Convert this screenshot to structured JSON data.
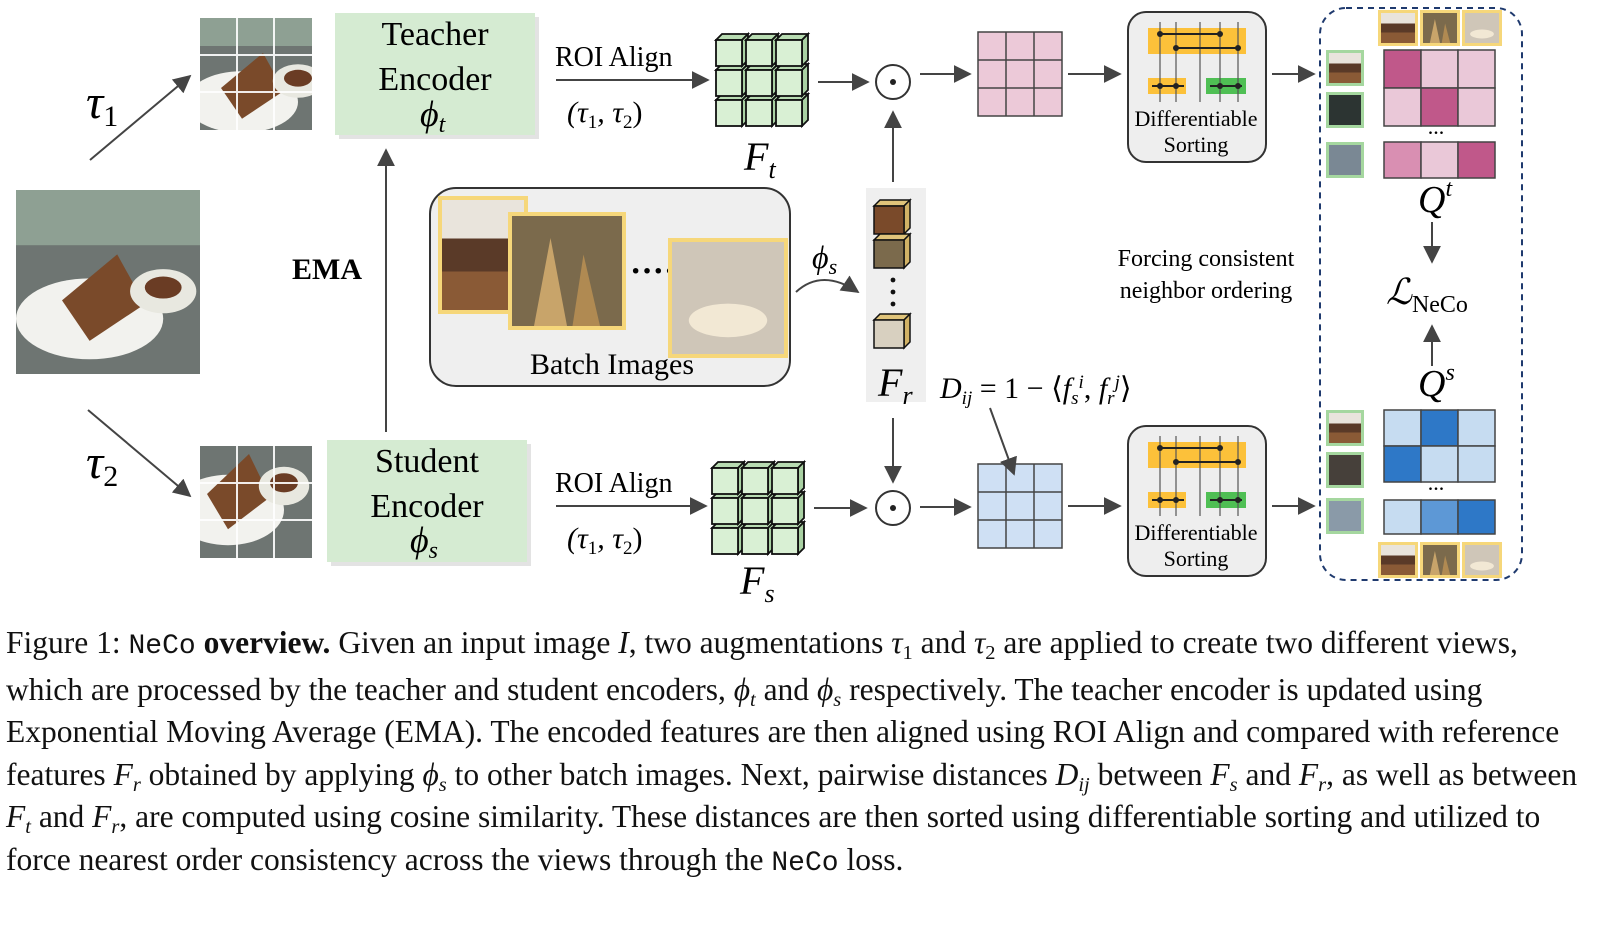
{
  "figure": {
    "tau1": "τ",
    "tau1_sub": "1",
    "tau2": "τ",
    "tau2_sub": "2",
    "teacher_encoder": {
      "line1": "Teacher",
      "line2": "Encoder",
      "symbol": "ϕ",
      "sub": "t"
    },
    "student_encoder": {
      "line1": "Student",
      "line2": "Encoder",
      "symbol": "ϕ",
      "sub": "s"
    },
    "ema": "EMA",
    "roi_align_top": {
      "label": "ROI Align",
      "args": "(τ1, τ2)"
    },
    "roi_align_bottom": {
      "label": "ROI Align",
      "args": "(τ1, τ2)"
    },
    "batch_images": "Batch Images",
    "phi_s": "ϕ",
    "phi_s_sub": "s",
    "ft": "F",
    "ft_sub": "t",
    "fs": "F",
    "fs_sub": "s",
    "fr": "F",
    "fr_sub": "r",
    "dij_formula": "Dij = 1 − ⟨f, f⟩",
    "dsort_top": {
      "line1": "Differentiable",
      "line2": "Sorting"
    },
    "dsort_bottom": {
      "line1": "Differentiable",
      "line2": "Sorting"
    },
    "forcing": {
      "line1": "Forcing consistent",
      "line2": "neighbor ordering"
    },
    "qt": "Q",
    "qt_sup": "t",
    "qs": "Q",
    "qs_sup": "s",
    "loss": "ℒ",
    "loss_sub": "NeCo",
    "ellipsis": "...",
    "colors": {
      "encoder_fill": "#d5ebd2",
      "cube_fill": "#d9f0d4",
      "teacher_grid": "#ecc9d8",
      "student_grid": "#cfe0f4",
      "sort_orange": "#fcc13a",
      "sort_green": "#4fbf54",
      "dash_border": "#1f3a6e",
      "q_pink_dark": "#c0588a",
      "q_pink_light": "#eac8d8",
      "q_blue_dark": "#2e78c7",
      "q_blue_light": "#c6dcf1"
    }
  },
  "caption": {
    "fig_label": "Figure 1: ",
    "method": "NeCo",
    "overview": "overview.",
    "c1": "Given an input image ",
    "I": "I",
    "c2": ", two augmentations ",
    "t1": "τ",
    "t1s": "1",
    "c3": " and ",
    "t2": "τ",
    "t2s": "2",
    "c4": " are applied to create two different views, which are processed by the teacher and student encoders, ",
    "phit": "ϕ",
    "phits": "t",
    "c5": " and ",
    "phis": "ϕ",
    "phiss": "s",
    "c6": " respectively. The teacher encoder is updated using Exponential Moving Average (EMA). The encoded features are then aligned using ROI Align and compared with reference features ",
    "Fr1": "F",
    "Fr1s": "r",
    "c7": " obtained by applying ",
    "phis2": "ϕ",
    "phis2s": "s",
    "c8": " to other batch images. Next, pairwise distances ",
    "Dij": "D",
    "Dijs": "ij",
    "c9": " between ",
    "Fs": "F",
    "Fss": "s",
    "c10": " and ",
    "Fr2": "F",
    "Fr2s": "r",
    "c11": ", as well as between ",
    "Ft": "F",
    "Fts": "t",
    "c12": " and ",
    "Fr3": "F",
    "Fr3s": "r",
    "c13": ", are computed using cosine similarity. These distances are then sorted using differentiable sorting and utilized to force nearest order consistency across the views through the ",
    "method2": "NeCo",
    "c14": " loss."
  }
}
